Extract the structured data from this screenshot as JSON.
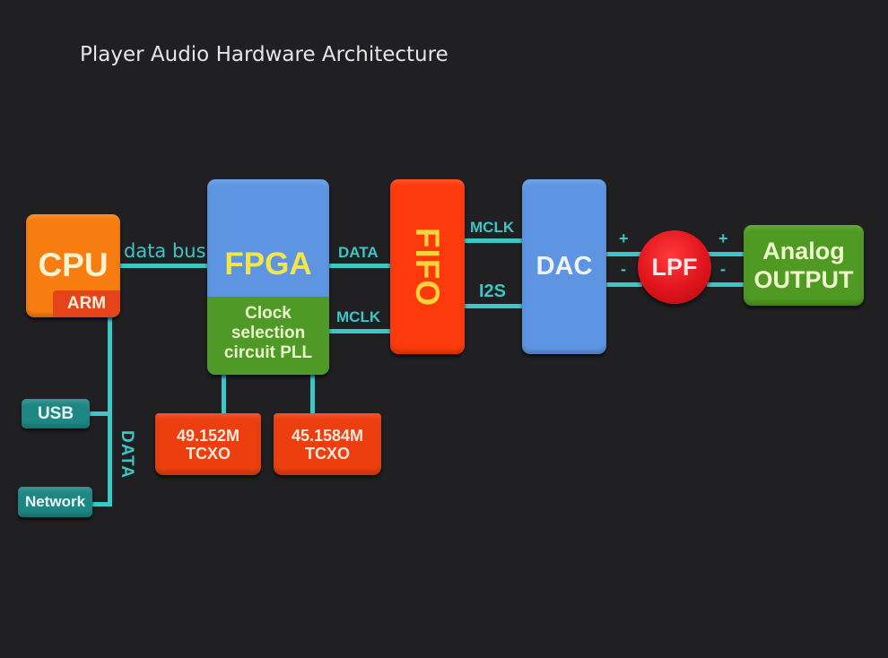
{
  "title": "Player Audio Hardware Architecture",
  "blocks": {
    "cpu": {
      "label": "CPU",
      "sub_label": "ARM"
    },
    "fpga": {
      "label": "FPGA",
      "sub_label": "Clock selection circuit  PLL"
    },
    "fifo": {
      "label": "FIFO"
    },
    "dac": {
      "label": "DAC"
    },
    "lpf": {
      "label": "LPF"
    },
    "analog_output": {
      "line1": "Analog",
      "line2": "OUTPUT"
    },
    "tcxo_1": {
      "freq": "49.152M",
      "type": "TCXO"
    },
    "tcxo_2": {
      "freq": "45.1584M",
      "type": "TCXO"
    },
    "usb": {
      "label": "USB"
    },
    "network": {
      "label": "Network"
    }
  },
  "connections": {
    "cpu_fpga": "data bus",
    "fpga_fifo_data": "DATA",
    "fpga_fifo_clock": "MCLK",
    "fifo_dac_clock": "MCLK",
    "fifo_dac_data": "I2S",
    "inputs_cpu": "DATA",
    "plus_sign": "+",
    "minus_sign": "-"
  },
  "colors": {
    "background": "#202022",
    "wire": "#3cc6c6",
    "cpu": "#f77d10",
    "fpga": "#5e95e2",
    "pll": "#4f9927",
    "fifo": "#fc3a0b",
    "dac": "#5e95e2",
    "lpf": "#e0141c",
    "analog_output": "#4e9a22",
    "tcxo": "#ec3e0f",
    "io": "#1e8784"
  }
}
